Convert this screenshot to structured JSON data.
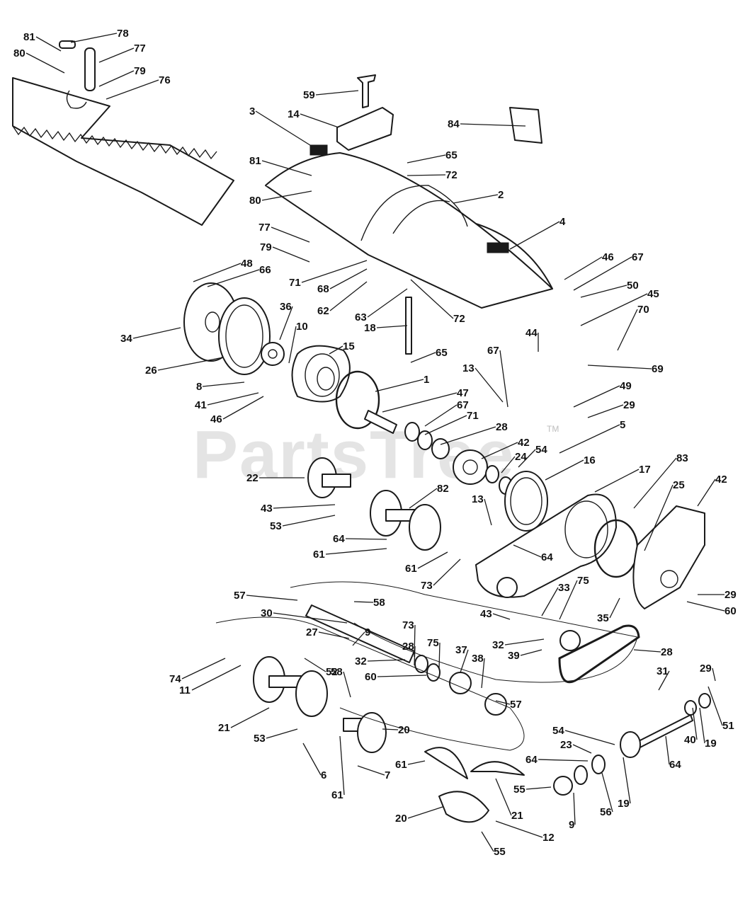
{
  "watermark": {
    "brand": "PartsTree",
    "trademark": "TM"
  },
  "callouts": [
    "81",
    "78",
    "80",
    "77",
    "79",
    "76",
    "59",
    "14",
    "3",
    "84",
    "65",
    "72",
    "81",
    "80",
    "2",
    "77",
    "4",
    "79",
    "48",
    "66",
    "71",
    "68",
    "62",
    "63",
    "72",
    "46",
    "67",
    "50",
    "45",
    "70",
    "44",
    "36",
    "10",
    "15",
    "34",
    "18",
    "65",
    "26",
    "67",
    "69",
    "1",
    "13",
    "47",
    "8",
    "49",
    "41",
    "67",
    "29",
    "71",
    "46",
    "28",
    "5",
    "22",
    "42",
    "54",
    "24",
    "16",
    "17",
    "83",
    "25",
    "42",
    "13",
    "82",
    "43",
    "53",
    "64",
    "61",
    "64",
    "61",
    "73",
    "57",
    "58",
    "33",
    "75",
    "29",
    "60",
    "35",
    "30",
    "43",
    "73",
    "27",
    "32",
    "28",
    "9",
    "28",
    "75",
    "37",
    "32",
    "39",
    "38",
    "60",
    "31",
    "29",
    "74",
    "11",
    "58",
    "57",
    "51",
    "40",
    "19",
    "21",
    "20",
    "53",
    "54",
    "64",
    "23",
    "6",
    "7",
    "61",
    "61",
    "64",
    "56",
    "19",
    "9",
    "20",
    "21",
    "12",
    "55",
    "55",
    "52",
    "56",
    "51"
  ]
}
